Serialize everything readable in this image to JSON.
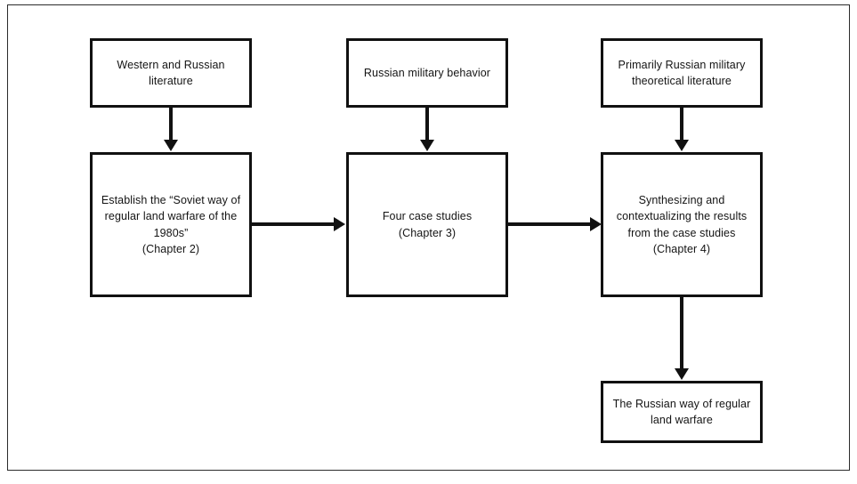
{
  "figure": {
    "type": "flowchart",
    "background_color": "#ffffff",
    "frame_color": "#2b2b2b",
    "node_border_color": "#111111",
    "connector_color": "#111111",
    "text_color": "#141414",
    "nodes": [
      {
        "id": "western-russian-literature",
        "label": "Western and Russian\nliterature",
        "row": "top",
        "column": "left"
      },
      {
        "id": "russian-military-behavior",
        "label": "Russian military behavior",
        "row": "top",
        "column": "center"
      },
      {
        "id": "primarily-russian-military-theoretical-literature",
        "label": "Primarily Russian military\ntheoretical literature",
        "row": "top",
        "column": "right"
      },
      {
        "id": "establish-soviet-way",
        "label": "Establish the “Soviet way of\nregular land warfare of the\n1980s”\n(Chapter 2)",
        "row": "middle",
        "column": "left"
      },
      {
        "id": "four-case-studies",
        "label": "Four case studies\n(Chapter 3)",
        "row": "middle",
        "column": "center"
      },
      {
        "id": "synthesizing-contextualizing",
        "label": "Synthesizing and\ncontextualizing the results\nfrom the case studies\n(Chapter 4)",
        "row": "middle",
        "column": "right"
      },
      {
        "id": "russian-way-of-regular-land-warfare",
        "label": "The Russian way of regular\nland warfare",
        "row": "bottom",
        "column": "right"
      }
    ],
    "connectors": [
      {
        "id": "literature-to-establish",
        "from": "western-russian-literature",
        "to": "establish-soviet-way",
        "direction": "down"
      },
      {
        "id": "behavior-to-case-studies",
        "from": "russian-military-behavior",
        "to": "four-case-studies",
        "direction": "down"
      },
      {
        "id": "theoretical-to-synthesizing",
        "from": "primarily-russian-military-theoretical-literature",
        "to": "synthesizing-contextualizing",
        "direction": "down"
      },
      {
        "id": "establish-to-case-studies",
        "from": "establish-soviet-way",
        "to": "four-case-studies",
        "direction": "right"
      },
      {
        "id": "case-studies-to-synthesizing",
        "from": "four-case-studies",
        "to": "synthesizing-contextualizing",
        "direction": "right"
      },
      {
        "id": "synthesizing-to-russian-way",
        "from": "synthesizing-contextualizing",
        "to": "russian-way-of-regular-land-warfare",
        "direction": "down"
      }
    ]
  }
}
